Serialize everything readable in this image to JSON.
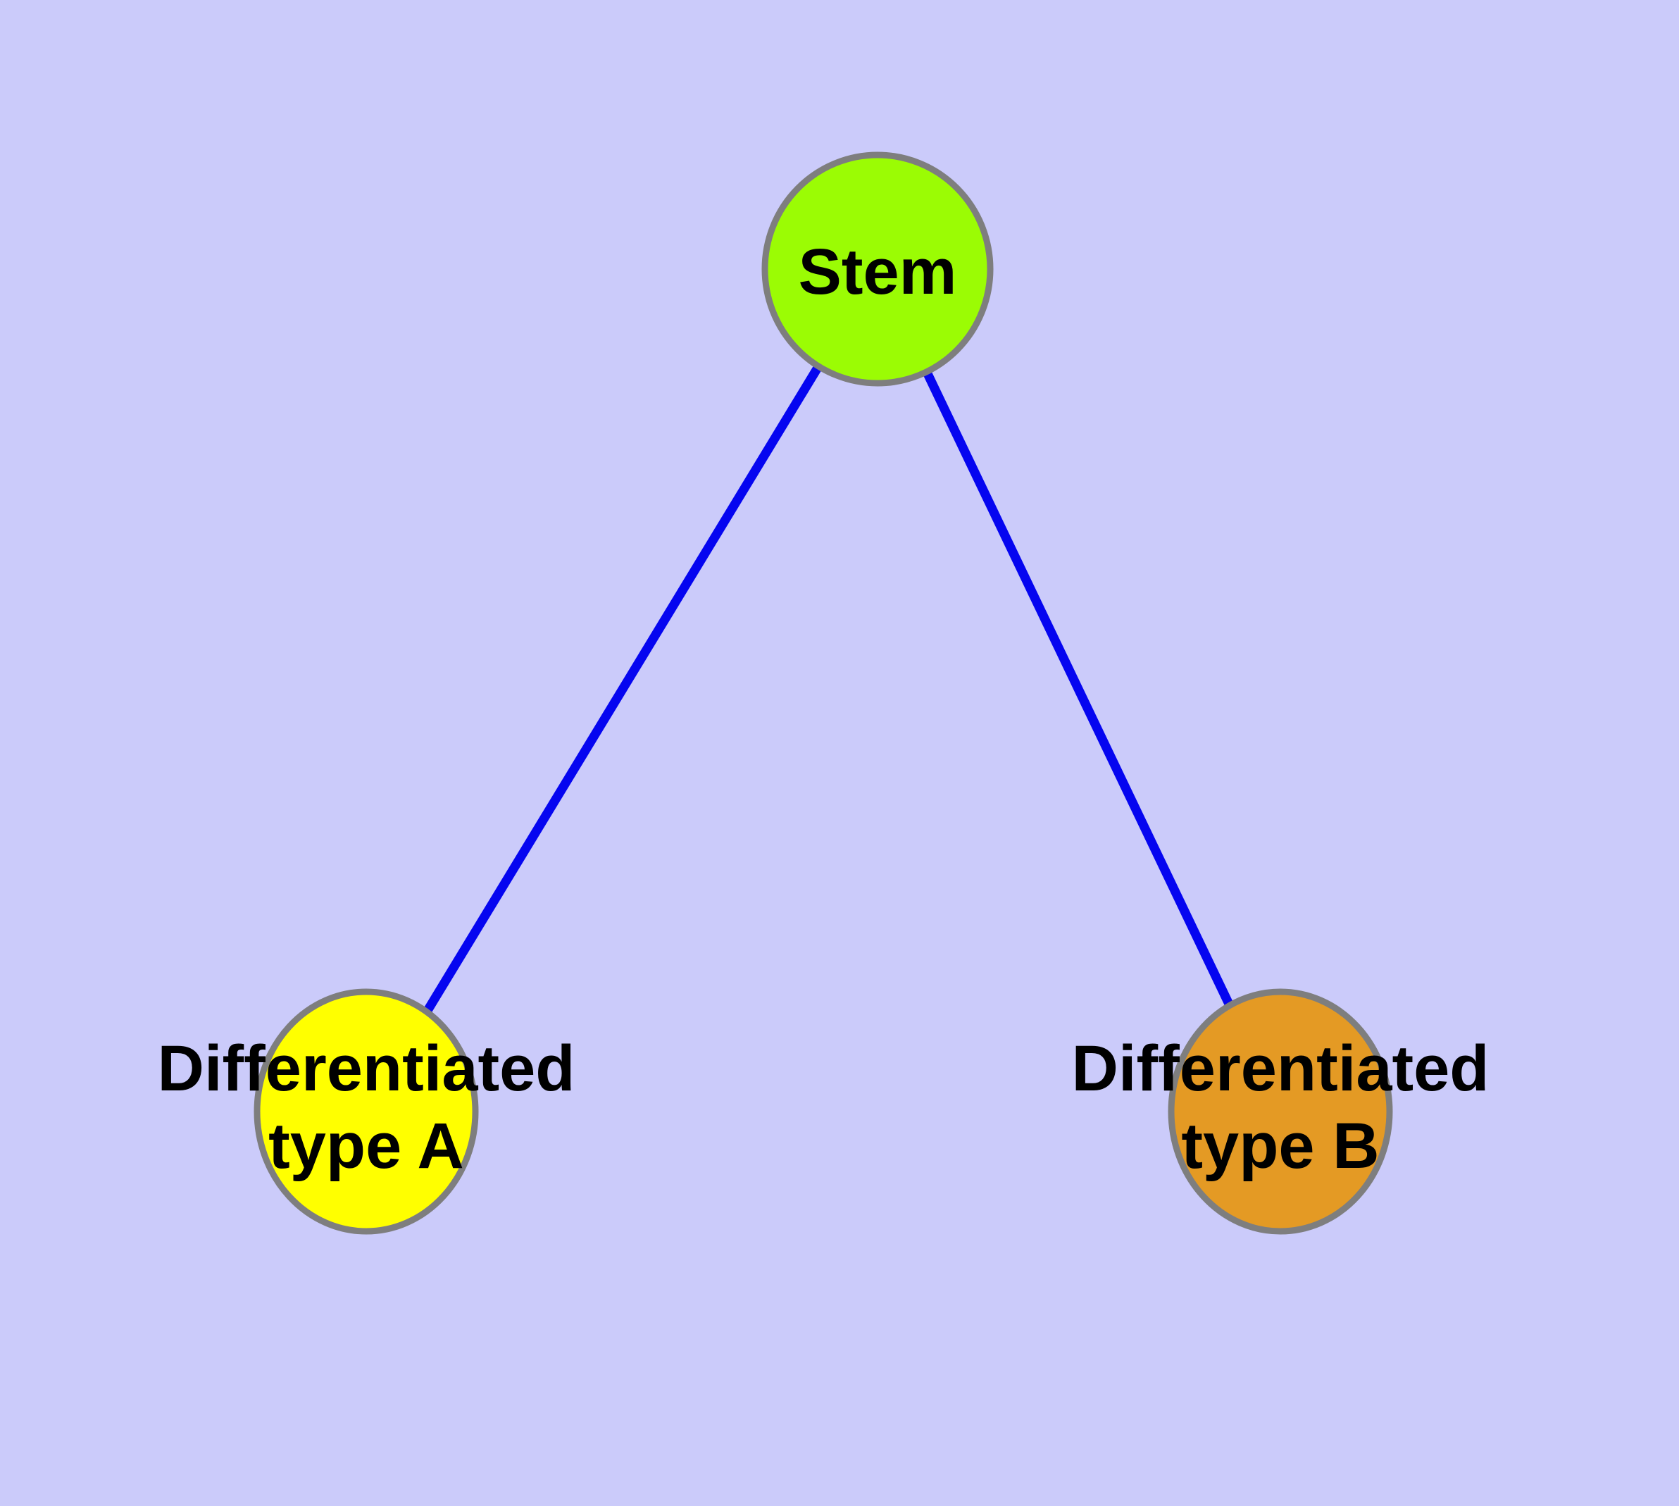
{
  "diagram": {
    "type": "graph",
    "description": "Stem cell differentiation tree with one root node and two leaf nodes",
    "background_color": "#CBCBFA",
    "edge_color": "#0505F0",
    "node_border_color": "#7E7E7E",
    "nodes": [
      {
        "id": "stem",
        "label": "Stem",
        "color": "#9BFC04"
      },
      {
        "id": "type-a",
        "label": "Differentiated\ntype A",
        "color": "#FFFF00"
      },
      {
        "id": "type-b",
        "label": "Differentiated\ntype B",
        "color": "#E49A24"
      }
    ],
    "edges": [
      {
        "from": "Stem",
        "to": "Differentiated type A"
      },
      {
        "from": "Stem",
        "to": "Differentiated type B"
      }
    ]
  }
}
